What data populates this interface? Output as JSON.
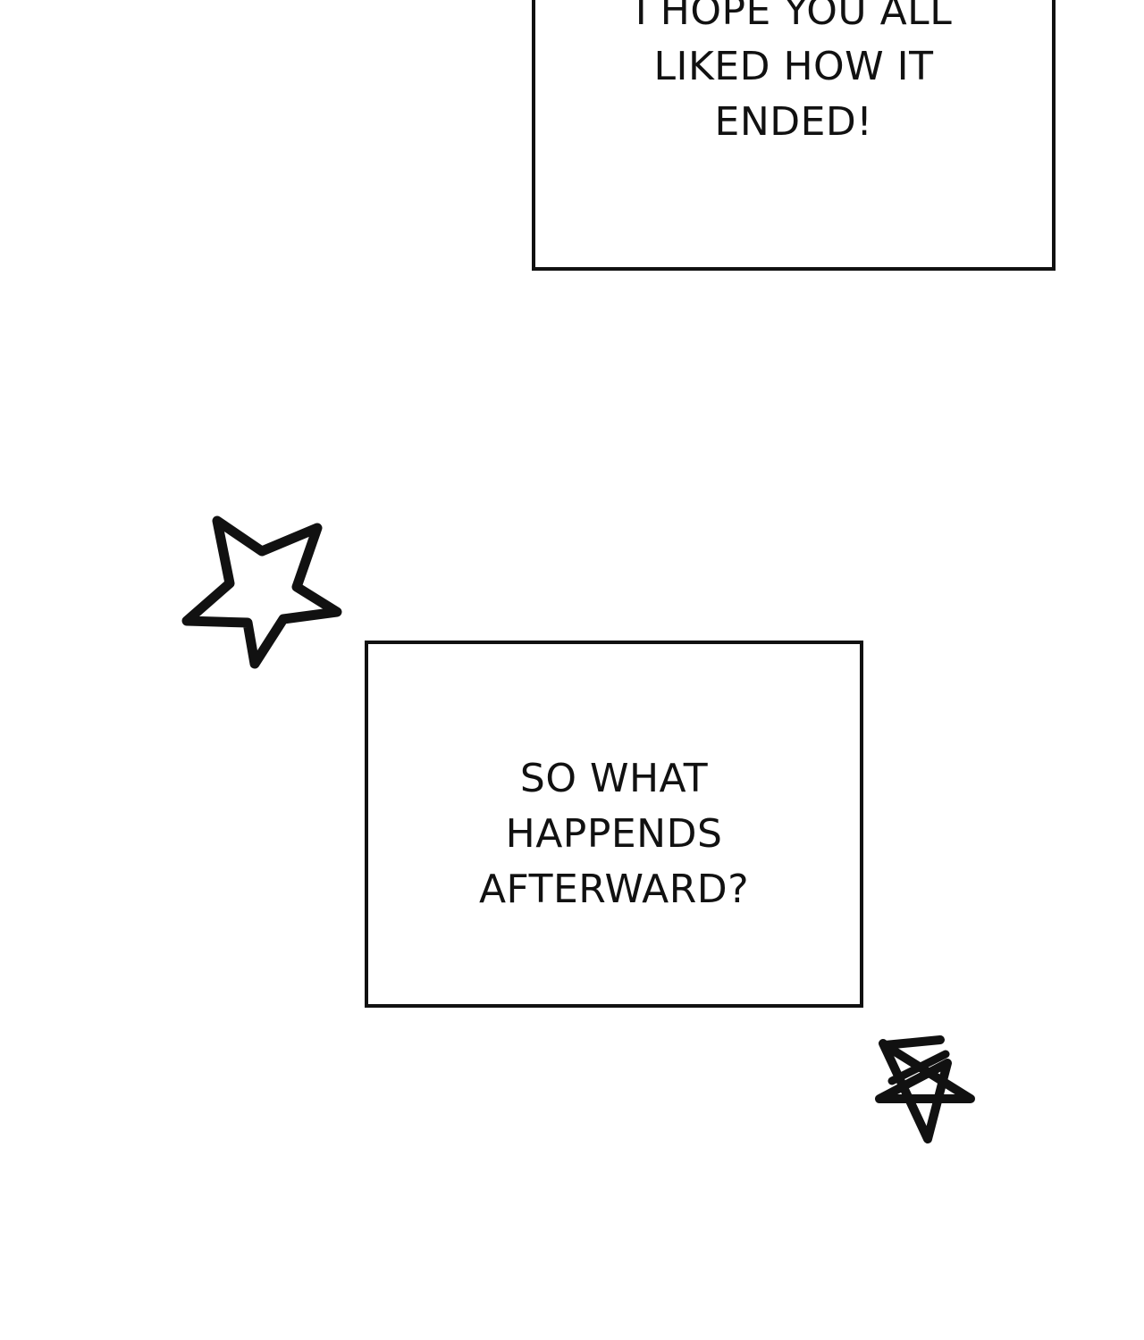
{
  "panels": [
    {
      "lines": [
        "I HOPE YOU ALL",
        "LIKED HOW IT",
        "ENDED!"
      ]
    },
    {
      "lines": [
        "SO WHAT",
        "HAPPENDS",
        "AFTERWARD?"
      ]
    }
  ],
  "decorations": {
    "star_icon": "star-icon",
    "scribbled_star_icon": "scribbled-star-icon"
  },
  "colors": {
    "ink": "#111111",
    "paper": "#ffffff"
  }
}
